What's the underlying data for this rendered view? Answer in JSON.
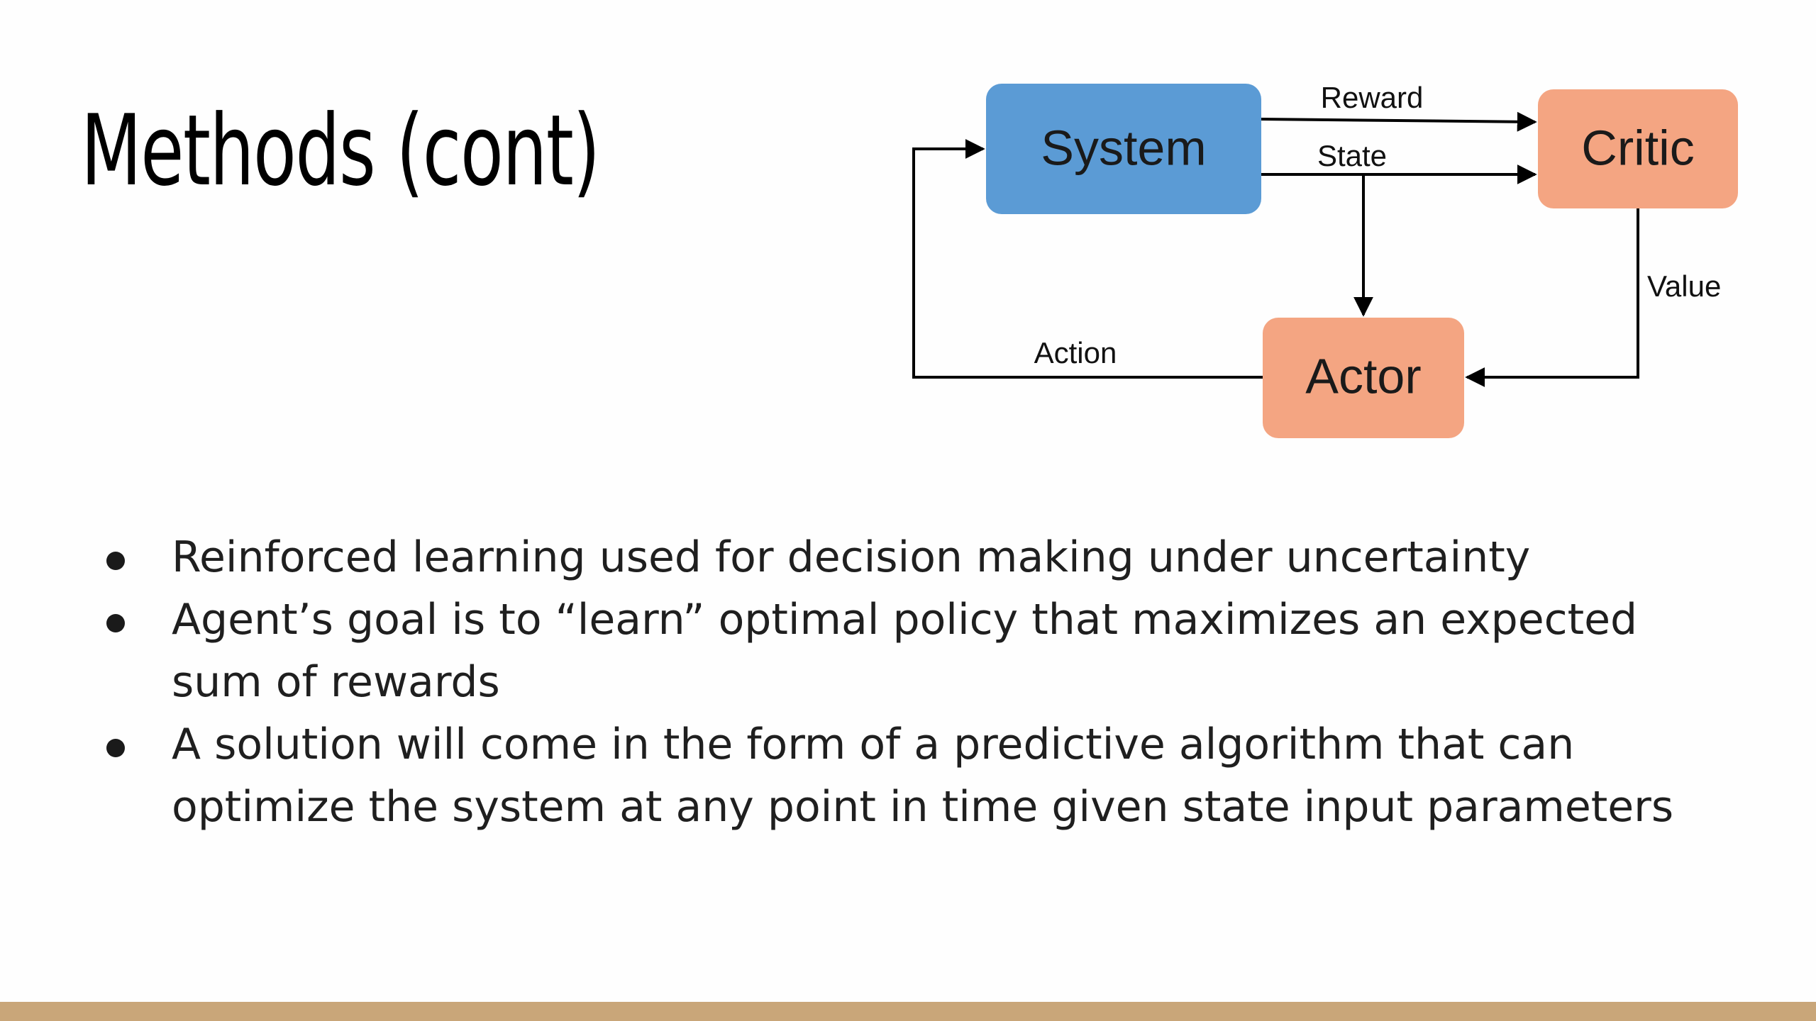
{
  "slide": {
    "title": "Methods (cont)",
    "footer_color": "#c9a679"
  },
  "diagram": {
    "nodes": {
      "system": {
        "label": "System",
        "color": "#5b9bd5",
        "text_color": "#1a1a1a"
      },
      "critic": {
        "label": "Critic",
        "color": "#f4a582",
        "text_color": "#1a1a1a"
      },
      "actor": {
        "label": "Actor",
        "color": "#f4a582",
        "text_color": "#1a1a1a"
      }
    },
    "edges": {
      "reward": "Reward",
      "state": "State",
      "value": "Value",
      "action": "Action"
    }
  },
  "bullets": [
    {
      "text": "Reinforced learning used for decision making under uncertainty"
    },
    {
      "text": "Agent’s goal is to “learn” optimal policy that maximizes an expected sum of rewards"
    },
    {
      "text": "A solution will come in the form of a predictive algorithm that can optimize the system at any point in time given state input parameters"
    }
  ]
}
